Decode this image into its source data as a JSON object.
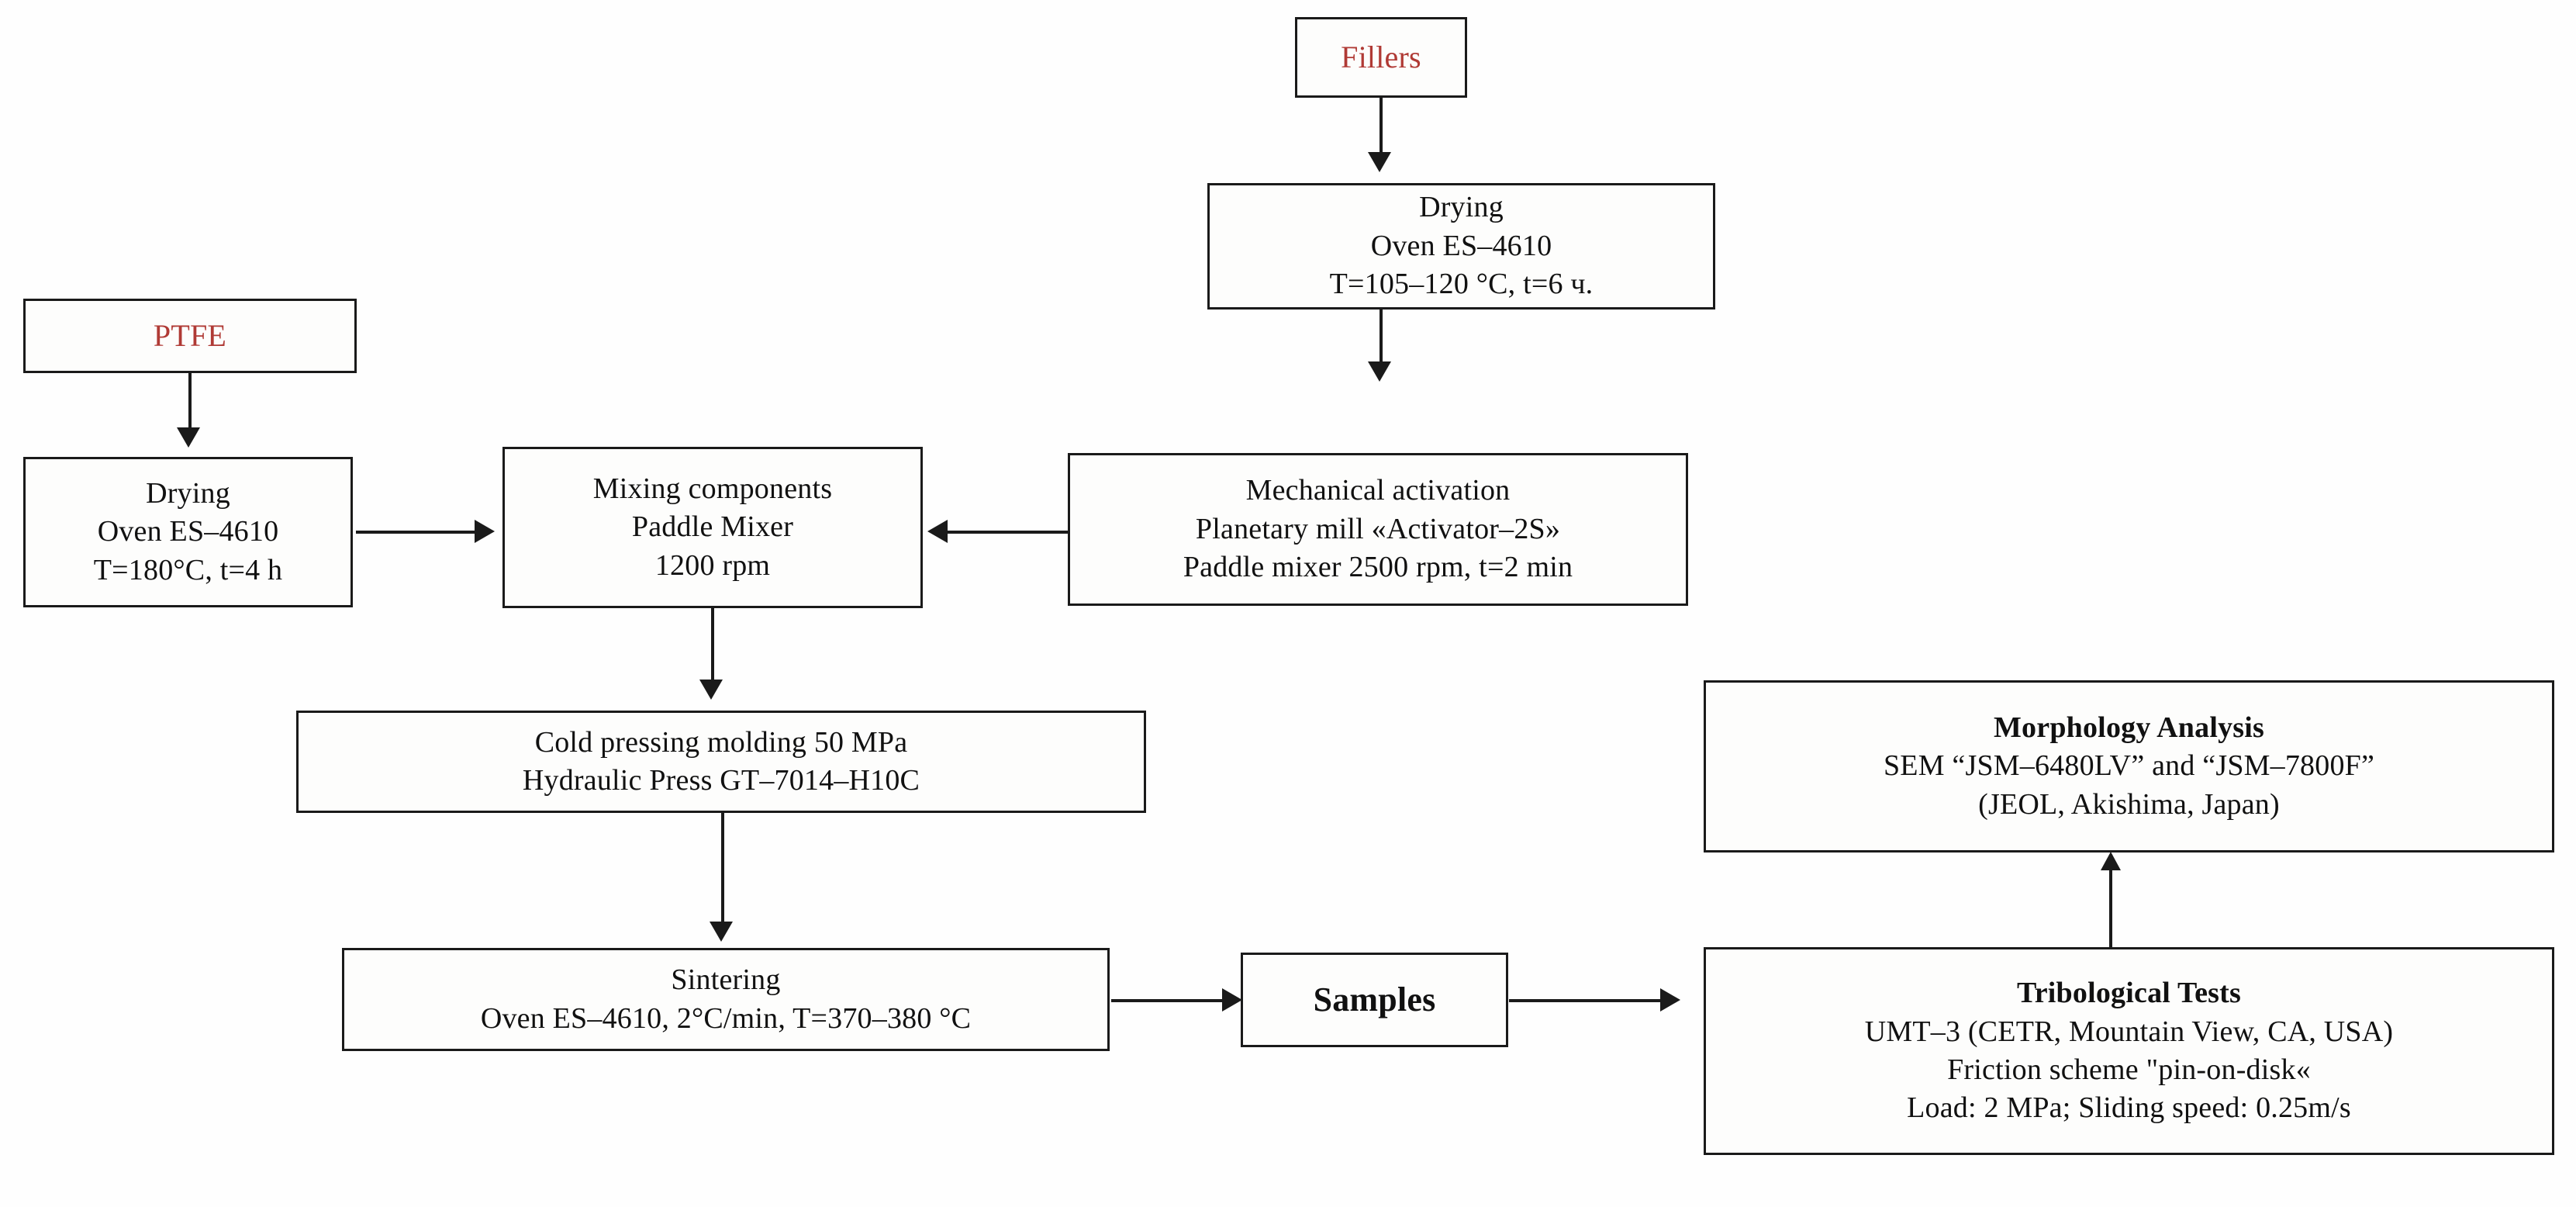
{
  "diagram": {
    "title": "PTFE composite fabrication and testing flowchart",
    "accent_color": "#b03a35",
    "line_color": "#1a1a1a",
    "background": "#fefefe",
    "nodes": {
      "fillers": {
        "line1": "Fillers"
      },
      "ptfe": {
        "line1": "PTFE"
      },
      "drying_fillers": {
        "line1": "Drying",
        "line2": "Oven ES–4610",
        "line3": "T=105–120 °C, t=6 ч."
      },
      "drying_ptfe": {
        "line1": "Drying",
        "line2": "Oven ES–4610",
        "line3": "T=180°C,  t=4 h"
      },
      "mechanical_activation": {
        "line1": "Mechanical activation",
        "line2": "Planetary mill «Activator–2S»",
        "line3": "Paddle mixer 2500 rpm, t=2 min"
      },
      "mixing": {
        "line1": "Mixing components",
        "line2": "Paddle Mixer",
        "line3": "1200 rpm"
      },
      "cold_pressing": {
        "line1": "Cold pressing molding 50 MPa",
        "line2": "Hydraulic Press GT–7014–H10C"
      },
      "sintering": {
        "line1": "Sintering",
        "line2": "Oven ES–4610, 2°C/min, T=370–380 °C"
      },
      "samples": {
        "line1": "Samples"
      },
      "morphology": {
        "line1": "Morphology Analysis",
        "line2": "SEM “JSM–6480LV” and “JSM–7800F”",
        "line3": "(JEOL, Akishima, Japan)"
      },
      "tribological": {
        "line1": "Tribological Tests",
        "line2": "UMT–3 (CETR, Mountain View, CA, USA)",
        "line3": "Friction scheme \"pin-on-disk«",
        "line4": "Load: 2 MPa; Sliding speed: 0.25m/s"
      }
    },
    "connectors": [
      {
        "name": "fillers-to-drying",
        "direction": "down"
      },
      {
        "name": "drying-to-mechanical-activation",
        "direction": "down"
      },
      {
        "name": "ptfe-to-drying",
        "direction": "down"
      },
      {
        "name": "drying-ptfe-to-mixing",
        "direction": "right"
      },
      {
        "name": "mechanical-activation-to-mixing",
        "direction": "left"
      },
      {
        "name": "mixing-to-cold-pressing",
        "direction": "down"
      },
      {
        "name": "cold-pressing-to-sintering",
        "direction": "down"
      },
      {
        "name": "sintering-to-samples",
        "direction": "right"
      },
      {
        "name": "samples-to-tribological",
        "direction": "right"
      },
      {
        "name": "tribological-to-morphology",
        "direction": "up"
      }
    ]
  }
}
